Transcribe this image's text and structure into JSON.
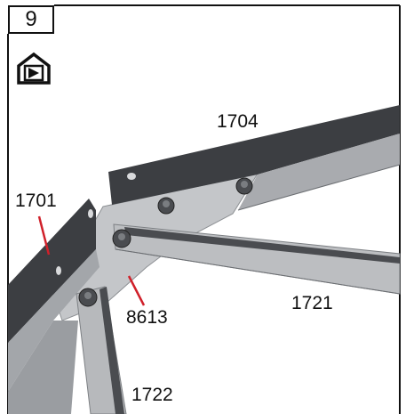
{
  "step": {
    "number": "9"
  },
  "icon": {
    "name": "greenhouse-door-icon"
  },
  "parts": {
    "p1704": "1704",
    "p1701": "1701",
    "p8613": "8613",
    "p1721": "1721",
    "p1722": "1722"
  },
  "colors": {
    "frame": "#111111",
    "callout_line": "#d0202a",
    "profile_dark": "#3c3e42",
    "profile_light": "#b7b9bc",
    "plate": "#c4c6c9",
    "bolt": "#4a4c50"
  }
}
